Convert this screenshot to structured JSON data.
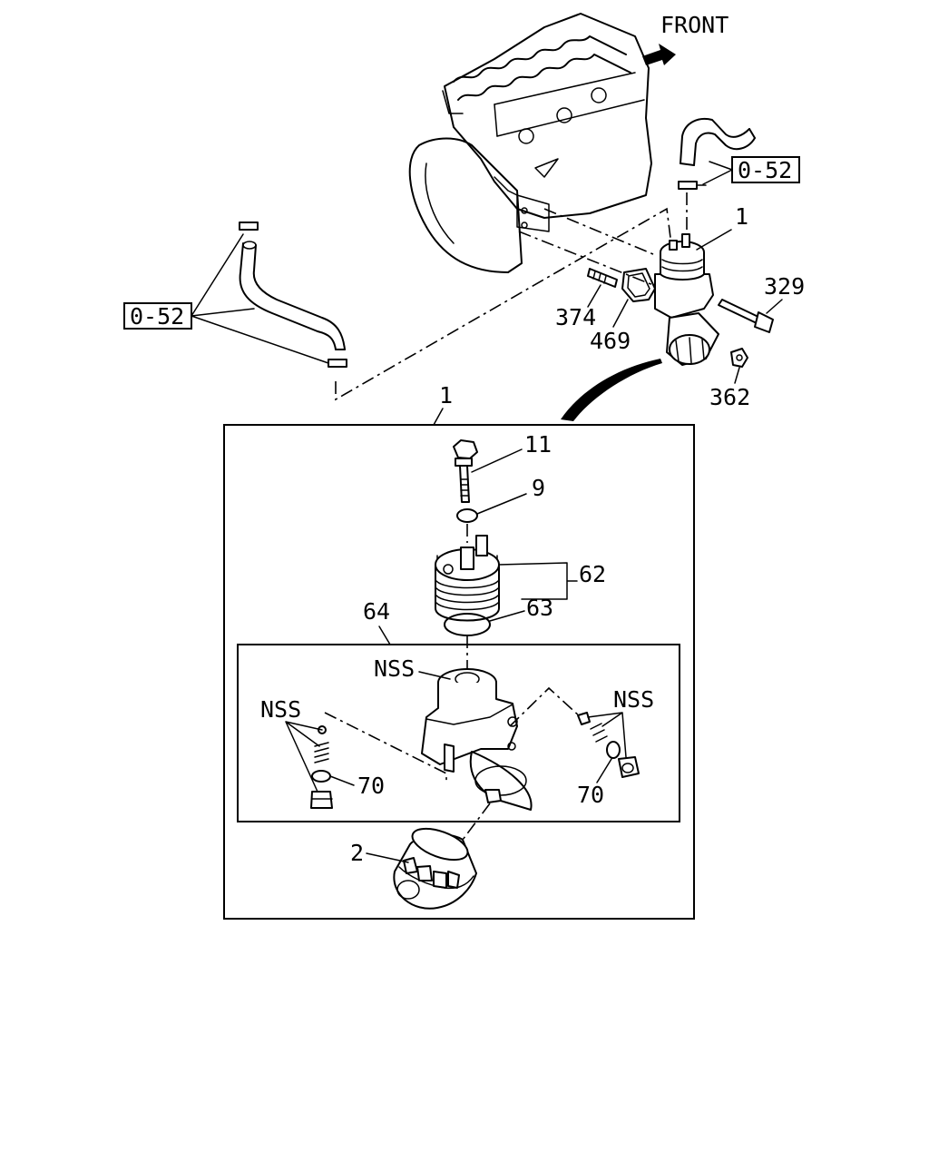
{
  "direction_label": "FRONT",
  "refs": {
    "upper_right": "0-52",
    "upper_left": "0-52"
  },
  "callouts": {
    "oil_cooler_assy_top": "1",
    "oil_cooler_assy_box": "1",
    "bolt_329": "329",
    "stud_374": "374",
    "gasket_469": "469",
    "nut_362": "362",
    "bolt_11": "11",
    "o_ring_9": "9",
    "element_62": "62",
    "o_ring_63": "63",
    "housing_64": "64",
    "nss_center": "NSS",
    "nss_left": "NSS",
    "nss_right": "NSS",
    "o_ring_70_left": "70",
    "o_ring_70_right": "70",
    "filter_2": "2"
  }
}
